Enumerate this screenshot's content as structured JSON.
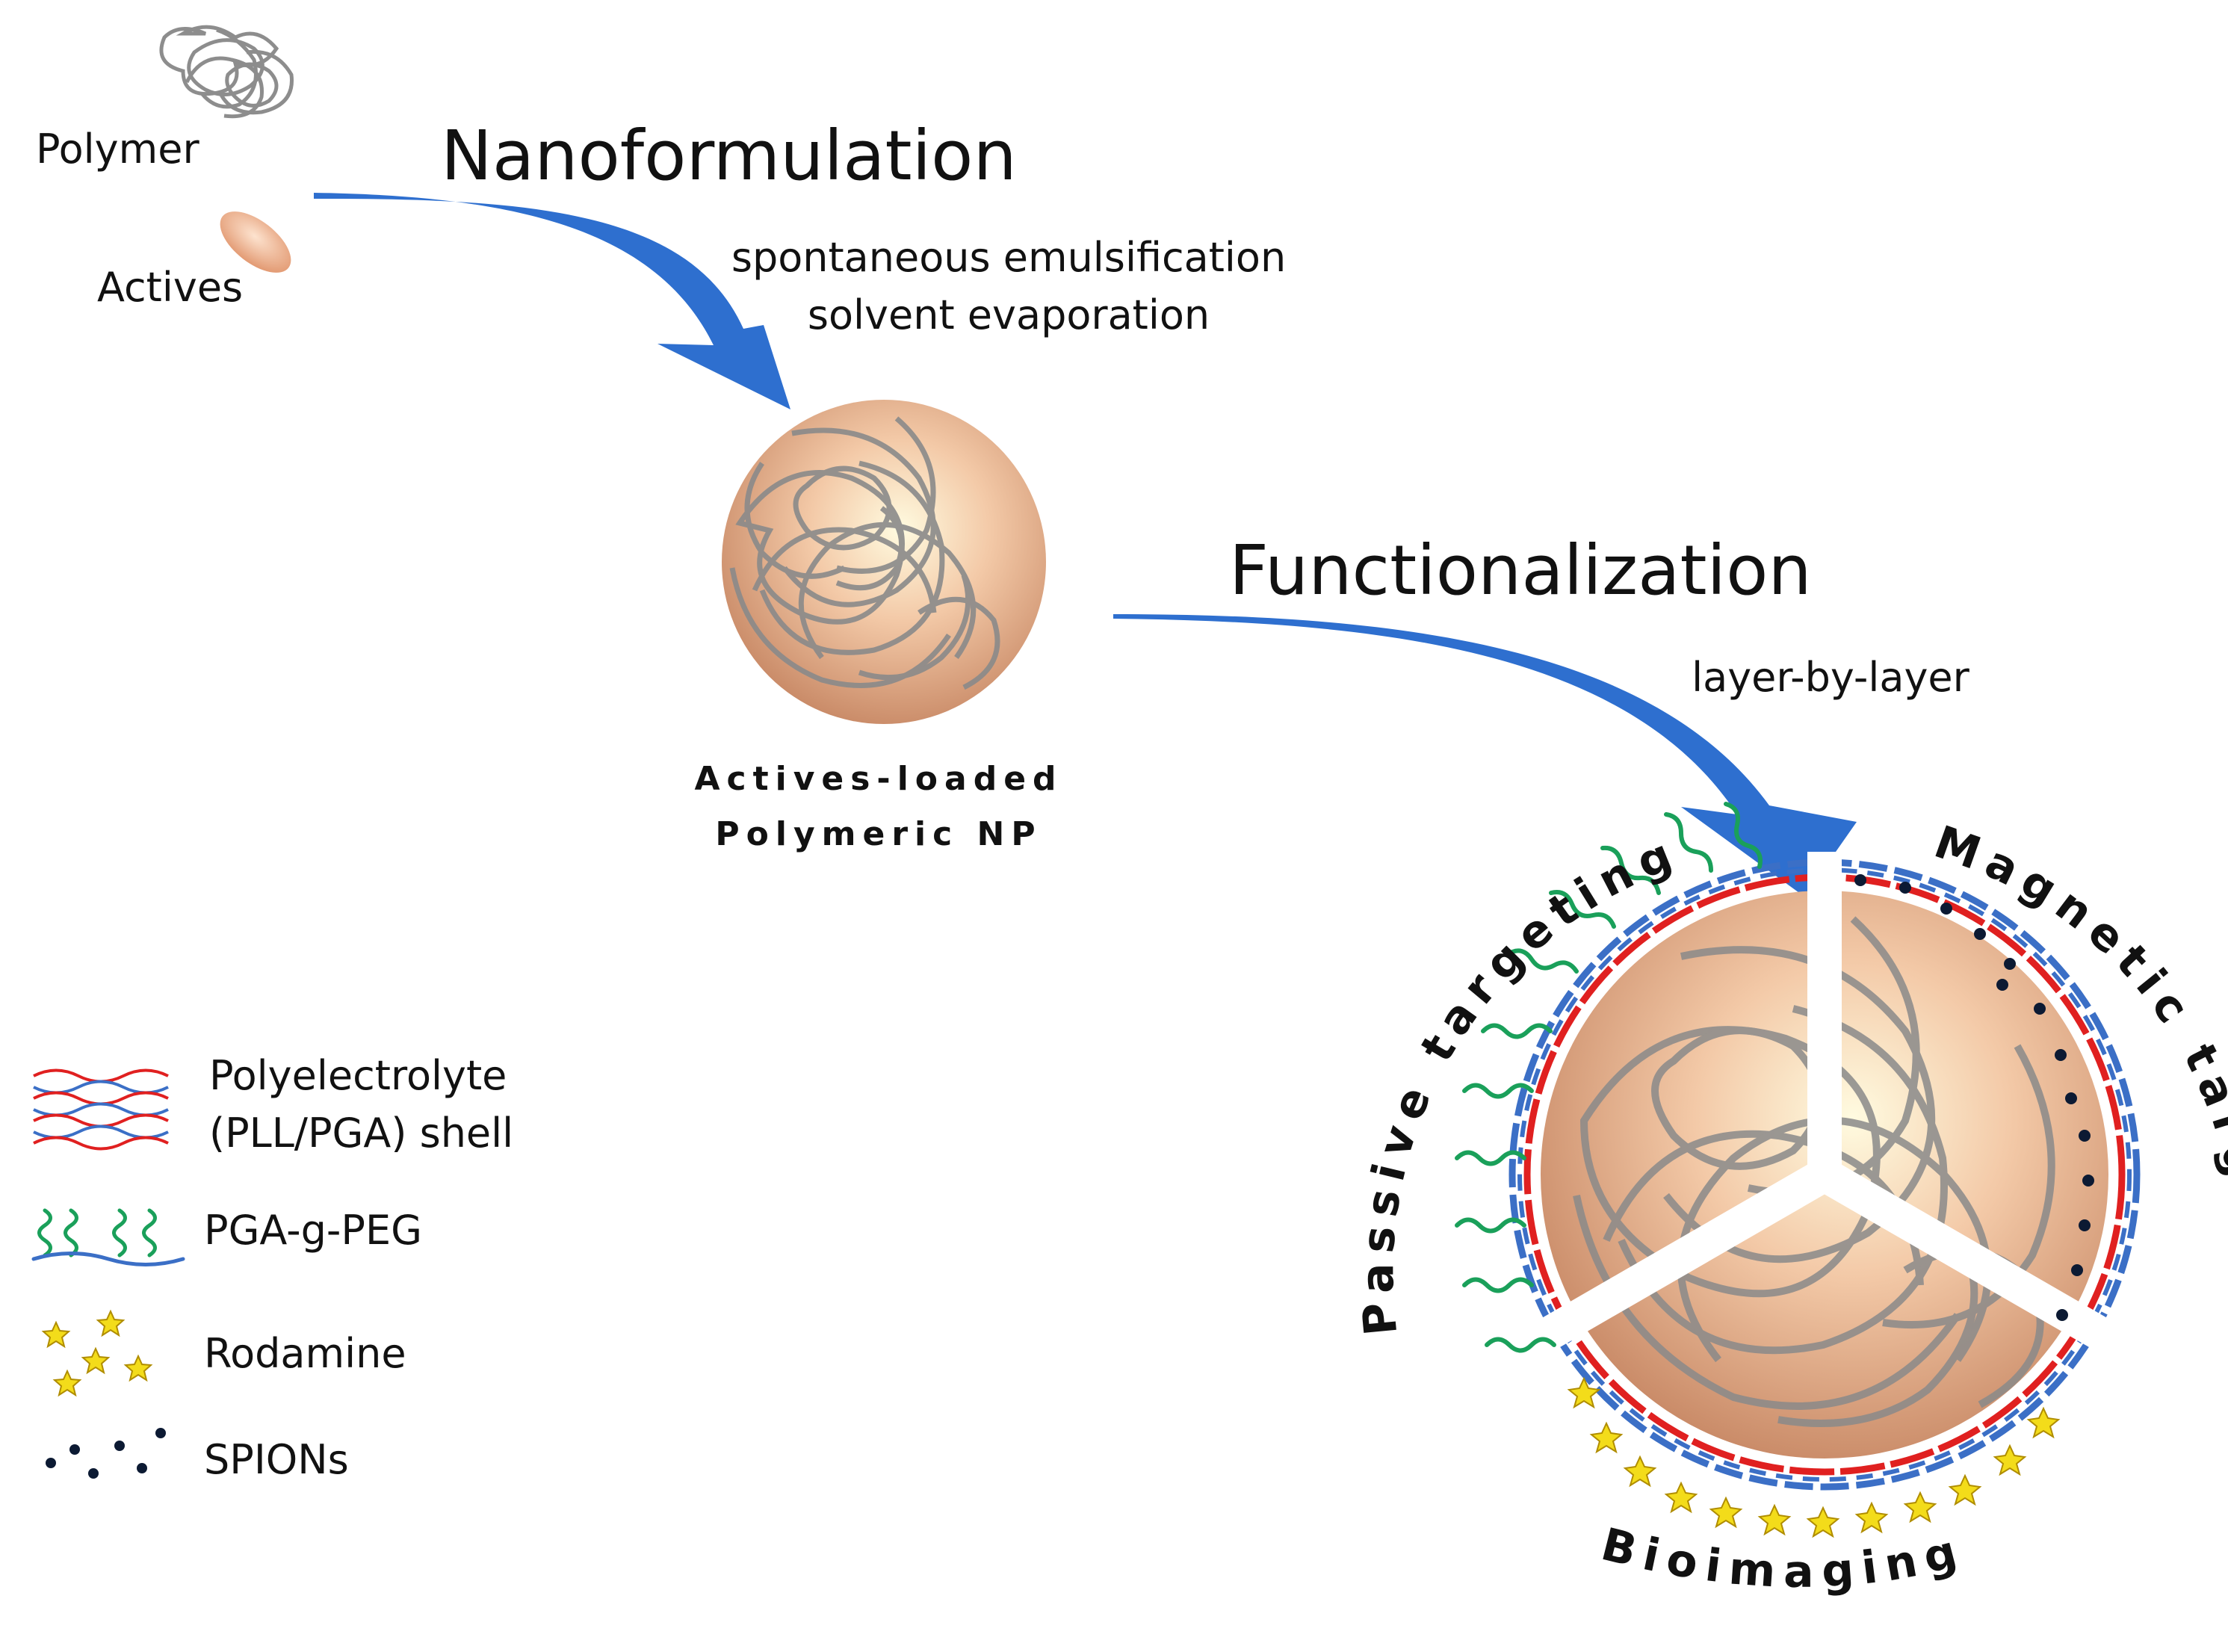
{
  "inputs": {
    "polymer_label": "Polymer",
    "actives_label": "Actives"
  },
  "steps": {
    "step1_title": "Nanoformulation",
    "step1_method_1": "spontaneous emulsification",
    "step1_method_2": "solvent evaporation",
    "step2_title": "Functionalization",
    "step2_method": "layer-by-layer"
  },
  "intermediate": {
    "label_line1": "Actives-loaded",
    "label_line2": "Polymeric NP"
  },
  "final_particle": {
    "segments": {
      "passive": "Passive targeting",
      "magnetic": "Magnetic targeting",
      "imaging": "Bioimaging"
    }
  },
  "legend": [
    {
      "icon": "polyelectrolyte-fibers-icon",
      "line1": "Polyelectrolyte",
      "line2": "(PLL/PGA) shell"
    },
    {
      "icon": "peg-chains-icon",
      "line1": "PGA-g-PEG"
    },
    {
      "icon": "rhodamine-stars-icon",
      "line1": "Rodamine"
    },
    {
      "icon": "spion-dots-icon",
      "line1": "SPIONs"
    }
  ],
  "colors": {
    "arrow": "#2e6fcf",
    "nanoparticle": "#e8a07a",
    "polymer_chain": "#8a8a8a",
    "pll_shell": "#e02020",
    "pga_shell": "#3b6fc6",
    "peg": "#1aa05a",
    "rhodamine": "#f3dc1a",
    "spion": "#0c1a33"
  }
}
